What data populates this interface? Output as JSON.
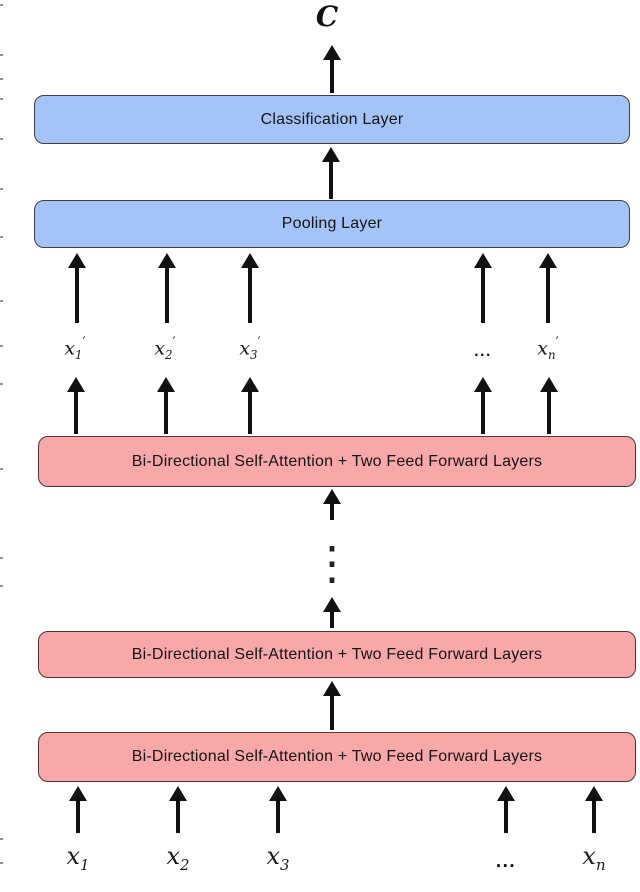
{
  "figure": {
    "output_label": "C",
    "layers": {
      "classification": "Classification Layer",
      "pooling": "Pooling Layer"
    },
    "encoder_layers": [
      "Bi-Directional Self-Attention + Two Feed Forward Layers",
      "Bi-Directional Self-Attention + Two Feed Forward Layers",
      "Bi-Directional Self-Attention + Two Feed Forward Layers"
    ],
    "hidden_tokens": [
      {
        "base": "x",
        "sub": "1",
        "prime": "′"
      },
      {
        "base": "x",
        "sub": "2",
        "prime": "′"
      },
      {
        "base": "x",
        "sub": "3",
        "prime": "′"
      },
      {
        "ellipsis": "..."
      },
      {
        "base": "x",
        "sub": "n",
        "prime": "′"
      }
    ],
    "input_tokens": [
      {
        "base": "x",
        "sub": "1"
      },
      {
        "base": "x",
        "sub": "2"
      },
      {
        "base": "x",
        "sub": "3"
      },
      {
        "ellipsis": "..."
      },
      {
        "base": "x",
        "sub": "n"
      }
    ],
    "vertical_ellipsis": "⋮",
    "colors": {
      "classifier_fill": "#a4c3f6",
      "classifier_border": "#3e3e3e",
      "encoder_fill": "#f8a8a8",
      "encoder_border": "#4a3535",
      "arrow": "#111111",
      "background": "#ffffff"
    }
  }
}
